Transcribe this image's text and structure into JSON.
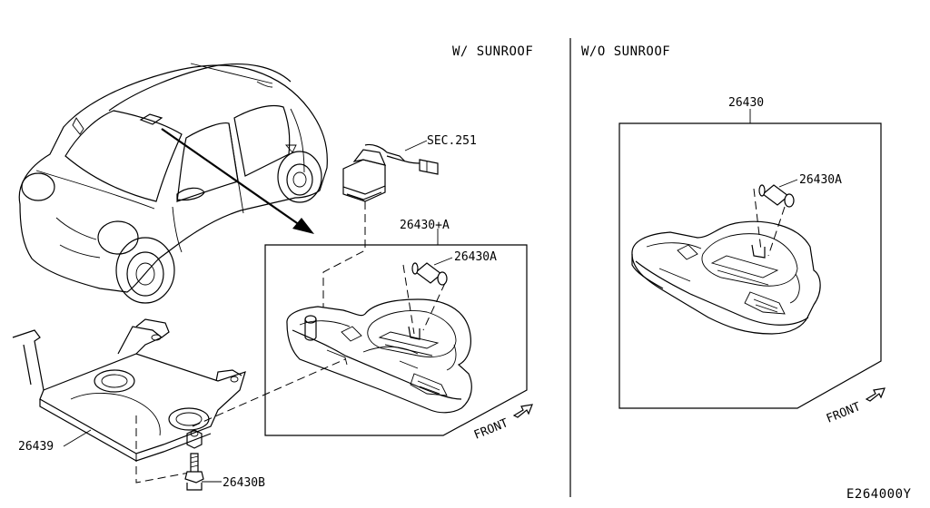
{
  "headers": {
    "with_sunroof": "W/ SUNROOF",
    "without_sunroof": "W/O SUNROOF"
  },
  "labels": {
    "sec_251": "SEC.251",
    "assy_with": "26430+A",
    "bulb_with": "26430A",
    "bracket": "26439",
    "screw": "26430B",
    "assy_without": "26430",
    "bulb_without": "26430A",
    "front_with": "FRONT",
    "front_without": "FRONT",
    "diagram_code": "E264000Y"
  }
}
